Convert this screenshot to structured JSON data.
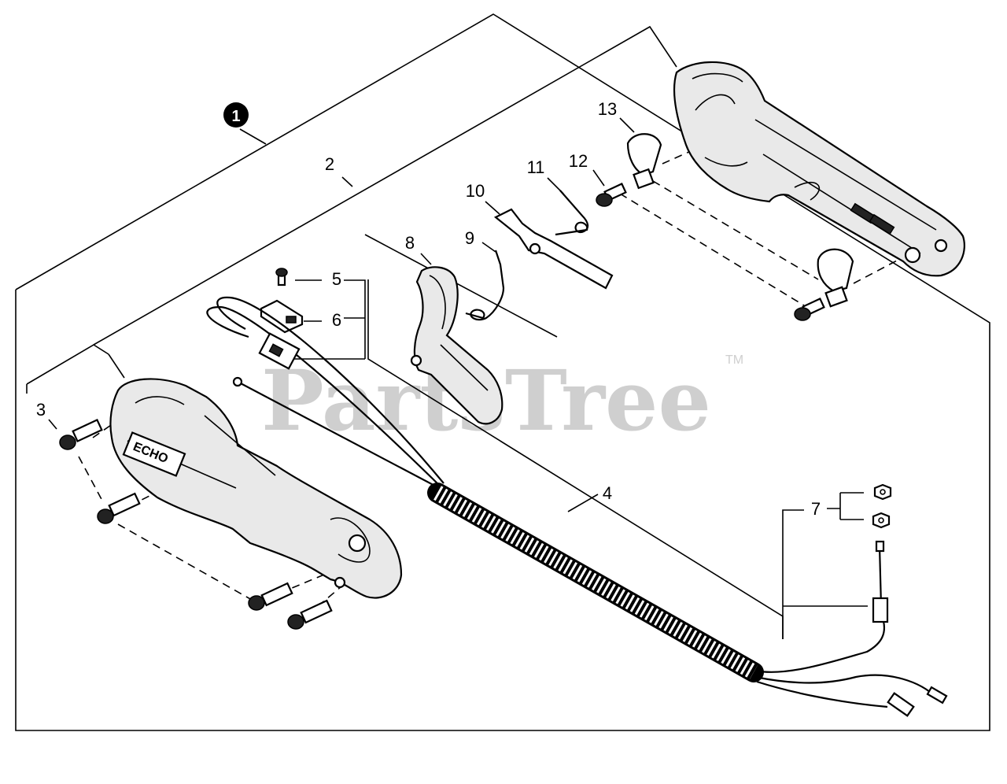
{
  "watermark": {
    "text": "PartsTree",
    "trademark": "TM"
  },
  "callouts": {
    "c1": "1",
    "c2": "2",
    "c3": "3",
    "c4": "4",
    "c5": "5",
    "c6": "6",
    "c7": "7",
    "c8": "8",
    "c9": "9",
    "c10": "10",
    "c11": "11",
    "c12": "12",
    "c13": "13"
  },
  "logo_text": "ECHO"
}
